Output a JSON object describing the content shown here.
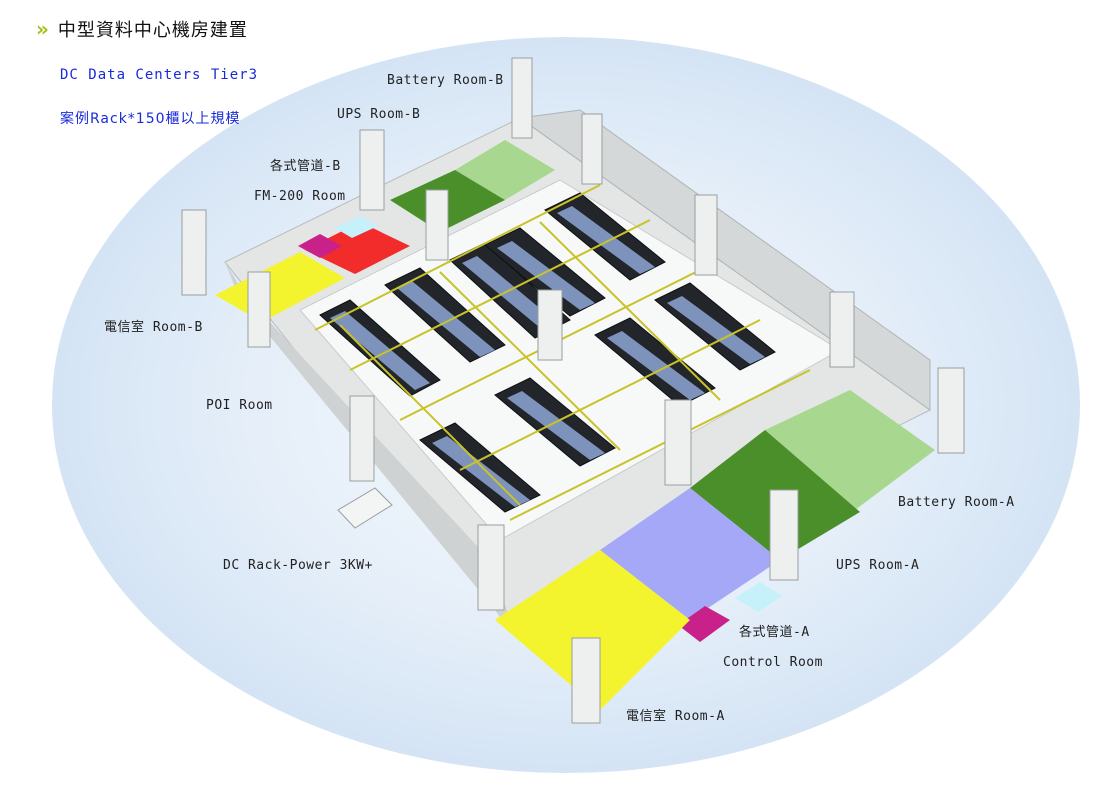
{
  "header": {
    "title": "中型資料中心機房建置",
    "subtitle_1": "DC Data Centers Tier3",
    "subtitle_2": "案例Rack*150櫃以上規模"
  },
  "labels": {
    "battery_b": "Battery Room-B",
    "ups_b": "UPS Room-B",
    "pipe_b": "各式管道-B",
    "fm200": "FM-200 Room",
    "telecom_b": "電信室 Room-B",
    "poi": "POI Room",
    "rack_power": "DC Rack-Power 3KW+",
    "battery_a": "Battery Room-A",
    "ups_a": "UPS Room-A",
    "pipe_a": "各式管道-A",
    "control": "Control Room",
    "telecom_a": "電信室 Room-A"
  },
  "colors": {
    "accent": "#a3c11e",
    "subtitle": "#1a2bd8",
    "ellipse": "#dbe9f7",
    "battery": "#a8d88f",
    "ups": "#4a8f2a",
    "telecom": "#f4f42e",
    "fm200": "#f22b2b",
    "pipe": "#c8218a",
    "control": "#a5a8f6",
    "cyan": "#c6f0fa"
  }
}
